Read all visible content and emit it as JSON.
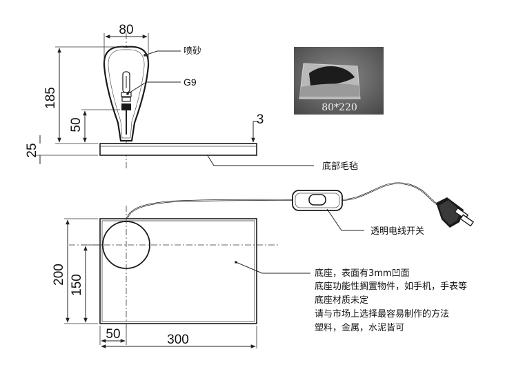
{
  "dimensions": {
    "lamp_width": "80",
    "lamp_height": "185",
    "base_height": "25",
    "bulb_height": "50",
    "recess_depth": "3",
    "base_depth": "200",
    "circle_offset_y": "150",
    "circle_offset_x": "50",
    "base_length": "300"
  },
  "labels": {
    "sandblast": "喷砂",
    "bulb_type": "G9",
    "felt": "底部毛毡",
    "switch": "透明电线开关",
    "photo_caption": "80*220"
  },
  "notes": [
    "底座，表面有3mm凹面",
    "底座功能性搁置物件，如手机，手表等",
    "底座材质未定",
    "请与市场上选择最容易制作的方法",
    "塑料，金属，水泥皆可"
  ]
}
